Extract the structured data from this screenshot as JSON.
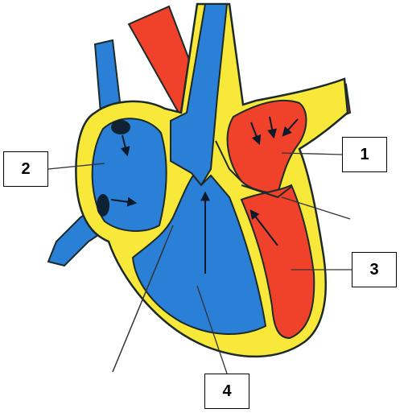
{
  "labels": {
    "one": "1",
    "two": "2",
    "three": "3",
    "four": "4"
  },
  "colors": {
    "deoxygenated_blood": "#2a7fd6",
    "oxygenated_blood": "#f0412b",
    "heart_wall": "#f7e83a",
    "outline": "#1c2a2a",
    "pointer_line": "#333333",
    "background": "#ffffff"
  }
}
